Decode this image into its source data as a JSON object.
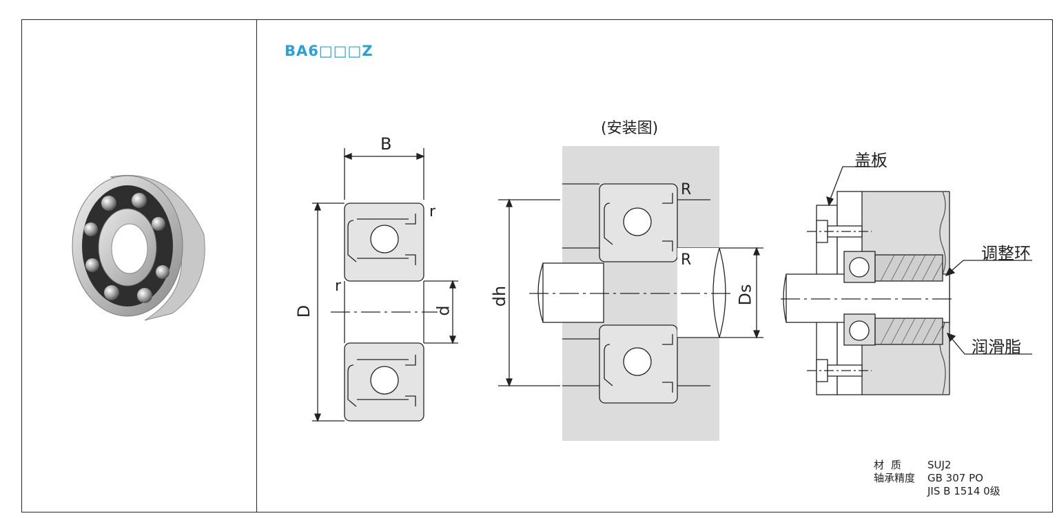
{
  "product": {
    "code": "BA6□□□Z"
  },
  "labels": {
    "install": "(安装图)",
    "B": "B",
    "D": "D",
    "d": "d",
    "r_top": "r",
    "r_mid": "r",
    "dh": "dh",
    "Ds": "Ds",
    "R_top": "R",
    "R_mid": "R",
    "cover_plate": "盖板",
    "adjust_ring": "调整环",
    "grease": "润滑脂"
  },
  "specs": {
    "material_label": "材质",
    "material_value": "SUJ2",
    "precision_label": "轴承精度",
    "precision_value_1": "GB 307 PO",
    "precision_value_2": "JIS B 1514 0级"
  },
  "colors": {
    "accent": "#2aa0d8",
    "housing": "#dcdcdc",
    "bearing": "#e4e4e4",
    "line": "#222222"
  }
}
